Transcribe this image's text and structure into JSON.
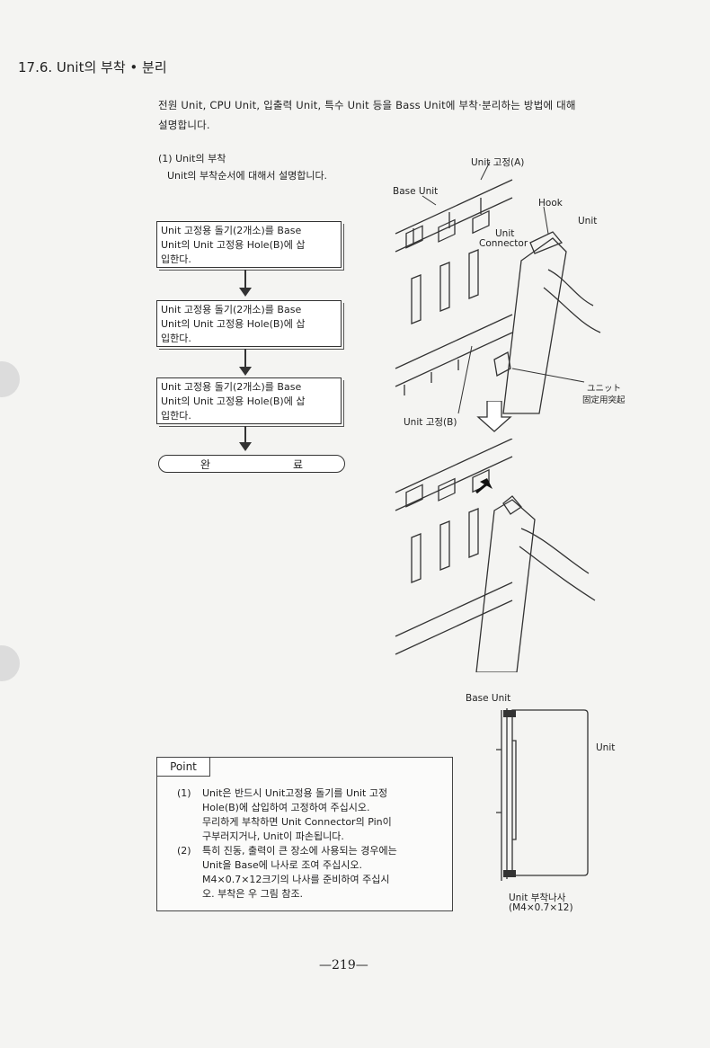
{
  "title": "17.6. Unit의 부착 • 분리",
  "intro_line1": "전원 Unit, CPU Unit, 입출력 Unit, 특수 Unit 등을 Bass Unit에 부착·분리하는 방법에 대해",
  "intro_line2": "설명합니다.",
  "section1": {
    "heading": "(1) Unit의 부착",
    "sub": "Unit의 부착순서에 대해서 설명합니다."
  },
  "flow": {
    "steps": [
      {
        "line1": "Unit 고정용 돌기(2개소)를 Base",
        "line2": "Unit의 Unit 고정용 Hole(B)에 삽",
        "line3": "입한다."
      },
      {
        "line1": "Unit 고정용 돌기(2개소)를 Base",
        "line2": "Unit의 Unit 고정용 Hole(B)에 삽",
        "line3": "입한다."
      },
      {
        "line1": "Unit 고정용 돌기(2개소)를 Base",
        "line2": "Unit의 Unit 고정용 Hole(B)에 삽",
        "line3": "입한다."
      }
    ],
    "complete_a": "완",
    "complete_b": "료"
  },
  "figure_labels": {
    "unit_fix_a": "Unit 고정(A)",
    "base_unit": "Base Unit",
    "hook": "Hook",
    "unit": "Unit",
    "unit_connector_1": "Unit",
    "unit_connector_2": "Connector",
    "unit_fix_b": "Unit 고정(B)",
    "jp_1": "ユニット",
    "jp_2": "固定用突起",
    "base_unit_2": "Base Unit",
    "unit_2": "Unit",
    "screw_1": "Unit 부착나사",
    "screw_2": "(M4×0.7×12)"
  },
  "point": {
    "label": "Point",
    "item1": {
      "num": "(1)",
      "lines": [
        "Unit은 반드시 Unit고정용 돌기를 Unit 고정",
        "Hole(B)에 삽입하여 고정하여 주십시오.",
        "무리하게 부착하면 Unit Connector의 Pin이",
        "구부러지거나, Unit이 파손됩니다."
      ]
    },
    "item2": {
      "num": "(2)",
      "lines": [
        "특히 진동, 출력이 큰 장소에 사용되는 경우에는",
        "Unit을 Base에 나사로 조여 주십시오.",
        "M4×0.7×12크기의 나사를 준비하여 주십시",
        "오. 부착은 우 그림 참조."
      ]
    }
  },
  "page_number": "—219—"
}
